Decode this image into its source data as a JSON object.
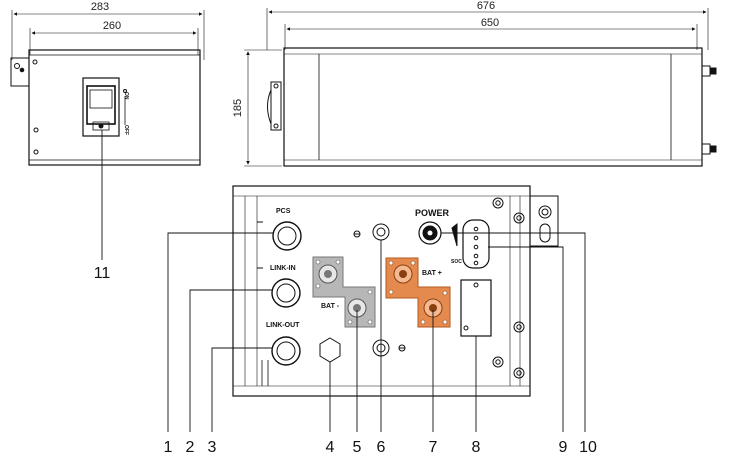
{
  "dimensions": {
    "side_total": "283",
    "side_inner": "260",
    "top_total": "676",
    "top_inner": "650",
    "height": "185"
  },
  "switch": {
    "on_label": "ON",
    "off_label": "OFF"
  },
  "front_panel": {
    "pcs": "PCS",
    "link_in": "LINK-IN",
    "link_out": "LINK-OUT",
    "power": "POWER",
    "bat_neg": "BAT -",
    "bat_pos": "BAT +",
    "soc": "SOC"
  },
  "callouts": [
    "1",
    "2",
    "3",
    "4",
    "5",
    "6",
    "7",
    "8",
    "9",
    "10",
    "11"
  ],
  "colors": {
    "line": "#111111",
    "terminal_grey": "#b7b7b7",
    "terminal_orange": "#e58a4f"
  }
}
